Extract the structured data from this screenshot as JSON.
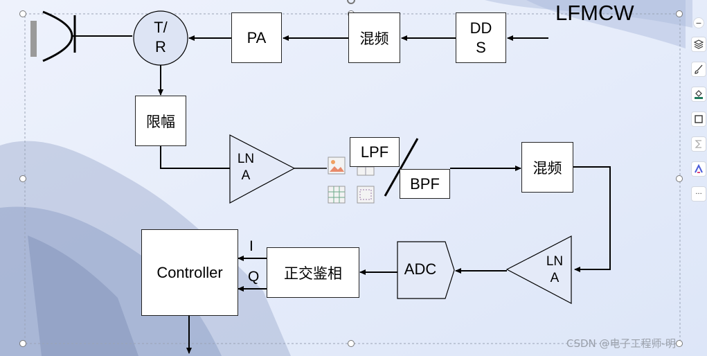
{
  "diagram": {
    "lfmcw_label": "LFMCW",
    "dds_label_1": "DD",
    "dds_label_2": "S",
    "mixer_tx_label": "混频",
    "pa_label": "PA",
    "tr_label_1": "T/",
    "tr_label_2": "R",
    "limiter_label": "限幅",
    "lna1_label_1": "LN",
    "lna1_label_2": "A",
    "lpf_label": "LPF",
    "bpf_label": "BPF",
    "mixer_rx_label": "混频",
    "lna2_label_1": "LN",
    "lna2_label_2": "A",
    "adc_label": "ADC",
    "iq_demod_label": "正交鉴相",
    "controller_label": "Controller",
    "i_label": "I",
    "q_label": "Q"
  },
  "watermark": "CSDN @电子工程师-明",
  "sidebar": {
    "icons": [
      "minus-icon",
      "layers-icon",
      "brush-icon",
      "fill-icon",
      "frame-icon",
      "sigma-icon",
      "ai-icon",
      "more-icon"
    ],
    "more_label": "···"
  },
  "colors": {
    "line": "#000000",
    "box_fill": "#ffffff",
    "background": "#e7eefb"
  }
}
